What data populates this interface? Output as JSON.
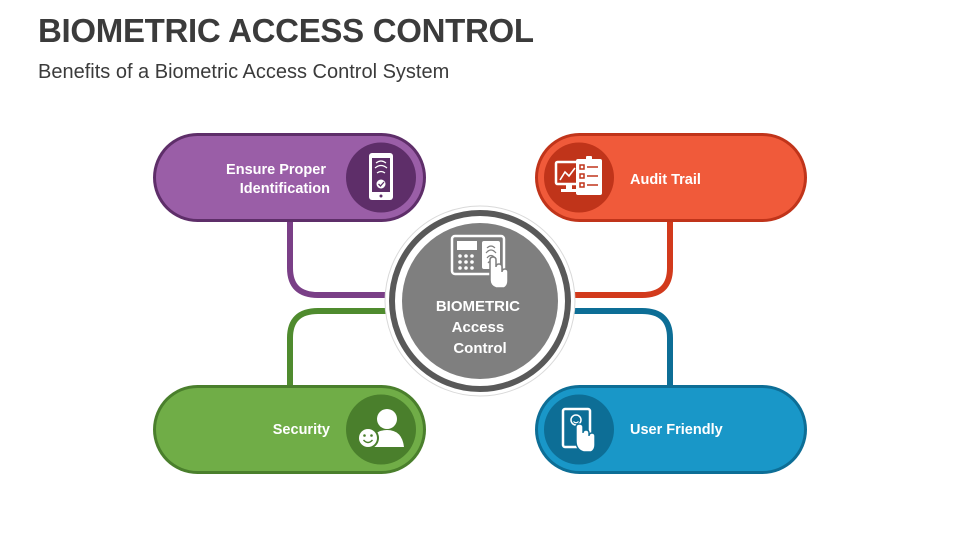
{
  "title": "BIOMETRIC ACCESS CONTROL",
  "subtitle": "Benefits of a Biometric Access Control System",
  "center": {
    "label_lines": [
      "BIOMETRIC",
      "Access",
      "Control"
    ],
    "icon": "fingerprint-scanner-icon",
    "color": "#7f7f7f"
  },
  "benefits": [
    {
      "label_lines": [
        "Ensure Proper",
        "Identification"
      ],
      "icon": "phone-fingerprint-icon",
      "color": "#9a5ea7"
    },
    {
      "label_lines": [
        "Audit Trail"
      ],
      "icon": "monitor-checklist-icon",
      "color": "#f05a3a"
    },
    {
      "label_lines": [
        "Security"
      ],
      "icon": "user-smile-icon",
      "color": "#70ad47"
    },
    {
      "label_lines": [
        "User Friendly"
      ],
      "icon": "touch-screen-icon",
      "color": "#1997c8"
    }
  ]
}
